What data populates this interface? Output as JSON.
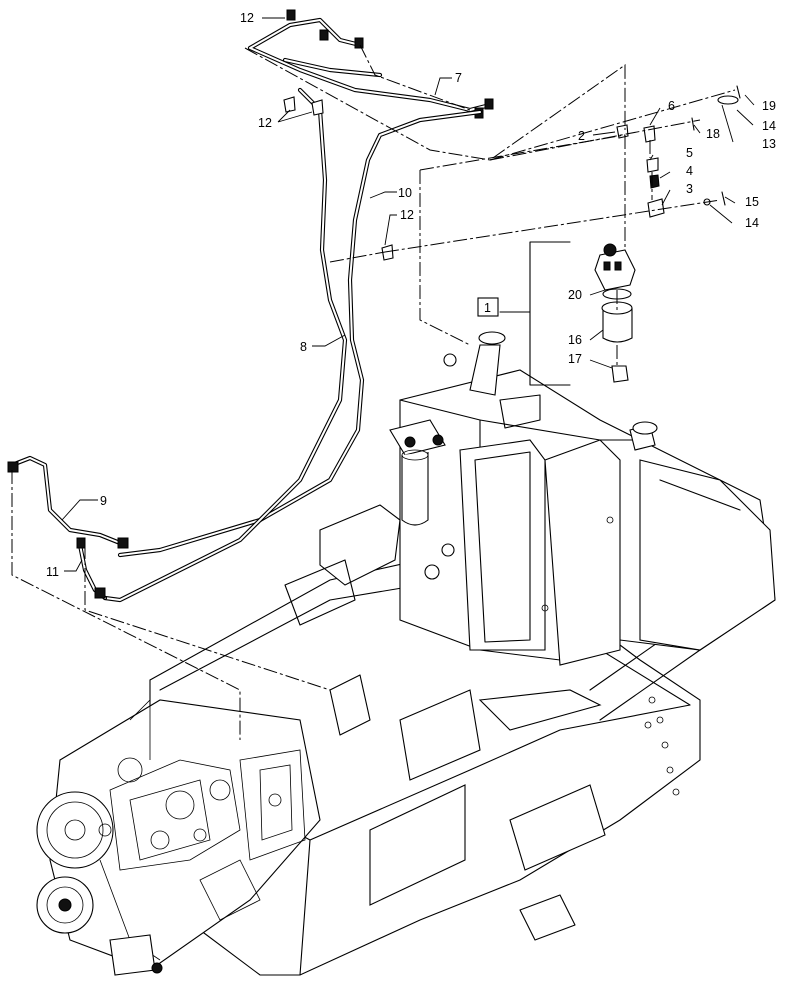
{
  "callouts": [
    {
      "id": "c12a",
      "text": "12"
    },
    {
      "id": "c7",
      "text": "7"
    },
    {
      "id": "c12b",
      "text": "12"
    },
    {
      "id": "c10",
      "text": "10"
    },
    {
      "id": "c12c",
      "text": "12"
    },
    {
      "id": "c8",
      "text": "8"
    },
    {
      "id": "c9",
      "text": "9"
    },
    {
      "id": "c11",
      "text": "11"
    },
    {
      "id": "c2",
      "text": "2"
    },
    {
      "id": "c6",
      "text": "6"
    },
    {
      "id": "c5",
      "text": "5"
    },
    {
      "id": "c4",
      "text": "4"
    },
    {
      "id": "c3",
      "text": "3"
    },
    {
      "id": "c19",
      "text": "19"
    },
    {
      "id": "c18",
      "text": "18"
    },
    {
      "id": "c14a",
      "text": "14"
    },
    {
      "id": "c13",
      "text": "13"
    },
    {
      "id": "c15",
      "text": "15"
    },
    {
      "id": "c14b",
      "text": "14"
    },
    {
      "id": "c1",
      "text": "1"
    },
    {
      "id": "c20",
      "text": "20"
    },
    {
      "id": "c16",
      "text": "16"
    },
    {
      "id": "c17",
      "text": "17"
    }
  ]
}
